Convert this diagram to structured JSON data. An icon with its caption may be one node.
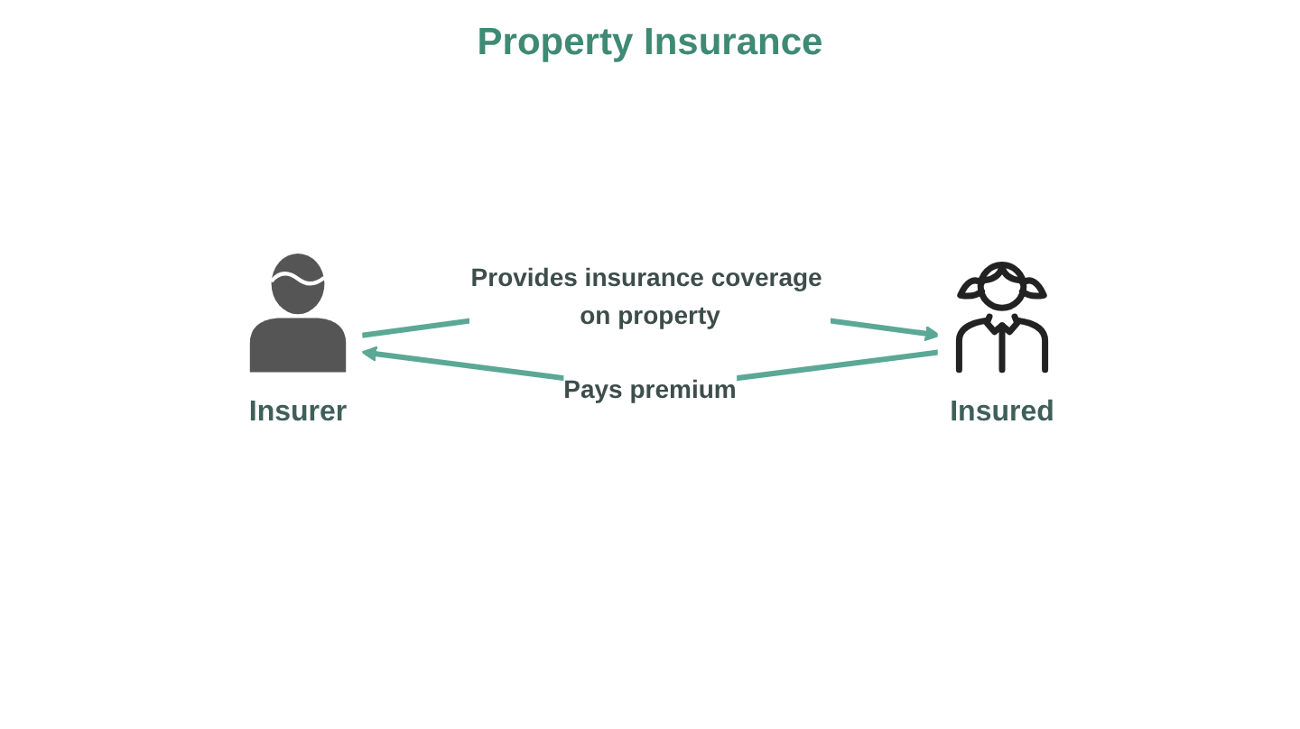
{
  "diagram": {
    "title": "Property Insurance",
    "nodes": [
      {
        "text": [
          "Insurer"
        ]
      },
      {
        "text": [
          "Insured"
        ]
      }
    ],
    "edges": [
      {
        "from": 0,
        "to": 1,
        "arrow": "to",
        "label": "Provides insurance coverage on property"
      },
      {
        "from": 1,
        "to": 0,
        "arrow": "to",
        "label": "Pays premium"
      }
    ]
  }
}
